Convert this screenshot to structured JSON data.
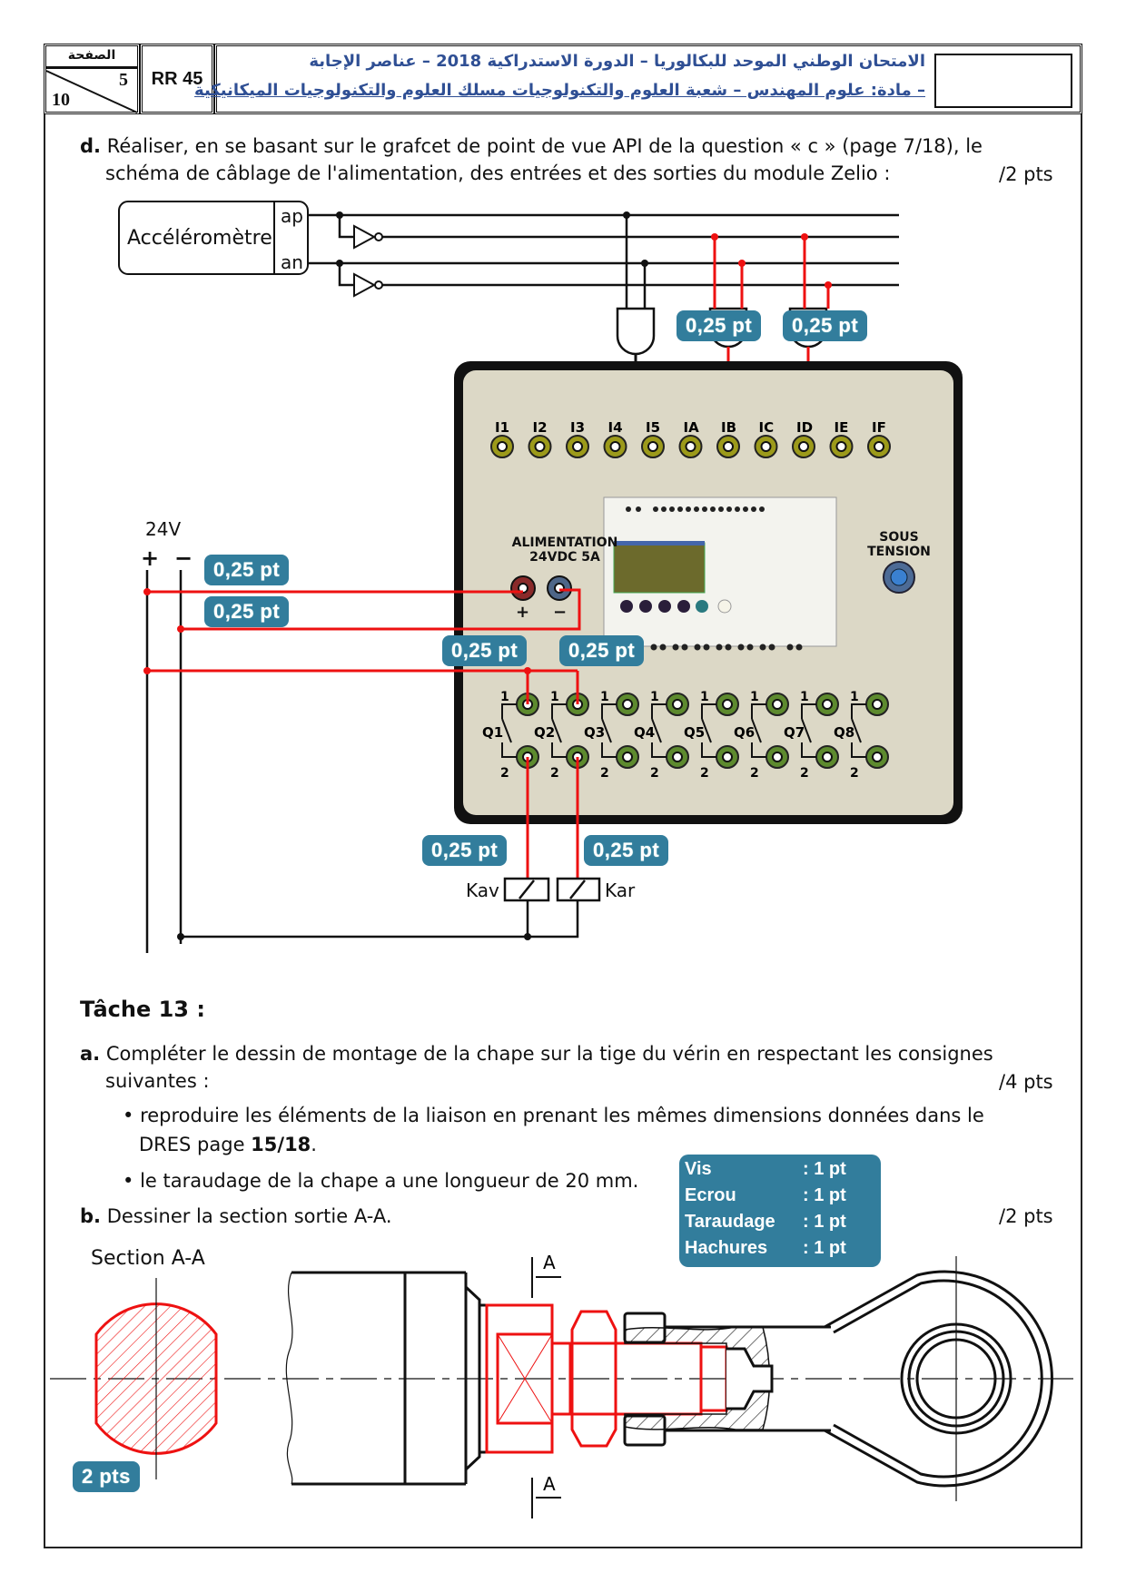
{
  "header": {
    "page_label": "الصفحة",
    "page_current": "5",
    "page_total": "10",
    "code": "RR 45",
    "title_line1": "الامتحان الوطني الموحد للبكالوريا – الدورة الاستدراكية 2018 – عناصر الإجابة",
    "title_line2": "– مادة: علوم المهندس – شعبة العلوم والتكنولوجيات مسلك العلوم والتكنولوجيات الميكانيكية"
  },
  "question_d": {
    "letter": "d.",
    "line1": "Réaliser, en se basant sur le grafcet de point de vue API de la question « c » (page 7/18), le",
    "line2": "schéma de câblage de l'alimentation, des entrées et des sorties du module Zelio :",
    "points": "/2 pts"
  },
  "wiring": {
    "sensor_label": "Accéléromètre",
    "sensor_outputs": [
      "ap",
      "an"
    ],
    "supply_label": "24V",
    "supply_plus": "+",
    "supply_minus": "−",
    "module_power_label": [
      "ALIMENTATION",
      "24VDC  5A"
    ],
    "module_power_terminals": [
      "+",
      "−"
    ],
    "power_on_label": [
      "SOUS",
      "TENSION"
    ],
    "inputs": [
      "I1",
      "I2",
      "I3",
      "I4",
      "I5",
      "IA",
      "IB",
      "IC",
      "ID",
      "IE",
      "IF"
    ],
    "outputs": [
      "Q1",
      "Q2",
      "Q3",
      "Q4",
      "Q5",
      "Q6",
      "Q7",
      "Q8"
    ],
    "output_pin_top": "1",
    "output_pin_bottom": "2",
    "coils": [
      "Kav",
      "Kar"
    ],
    "score_badges": [
      "0,25 pt",
      "0,25 pt",
      "0,25 pt",
      "0,25 pt",
      "0,25 pt",
      "0,25 pt",
      "0,25 pt",
      "0,25 pt"
    ]
  },
  "task13": {
    "title": "Tâche 13 :",
    "a_letter": "a.",
    "a_line1": "Compléter le dessin de montage de la chape sur la tige du vérin en respectant les consignes",
    "a_line2": "suivantes :",
    "a_points": "/4 pts",
    "bullet1_line1": "reproduire les éléments de la liaison en prenant les mêmes dimensions données dans le",
    "bullet1_line2_prefix": "DRES page ",
    "bullet1_line2_bold": "15/18",
    "bullet1_line2_suffix": ".",
    "bullet2": "le taraudage de la chape a une longueur de 20 mm.",
    "b_letter": "b.",
    "b_text": "Dessiner la section sortie A-A.",
    "b_points": "/2 pts",
    "grading": [
      {
        "item": "Vis",
        "pts": ": 1 pt"
      },
      {
        "item": "Ecrou",
        "pts": ": 1 pt"
      },
      {
        "item": "Taraudage",
        "pts": ": 1 pt"
      },
      {
        "item": "Hachures",
        "pts": ": 1 pt"
      }
    ],
    "section_label": "Section A-A",
    "section_points": "2 pts",
    "cut_label": "A"
  },
  "colors": {
    "answer_red": "#ee1111",
    "badge_teal": "#327d9c",
    "panel_beige": "#dcd8c6",
    "title_blue": "#2f4f94"
  }
}
